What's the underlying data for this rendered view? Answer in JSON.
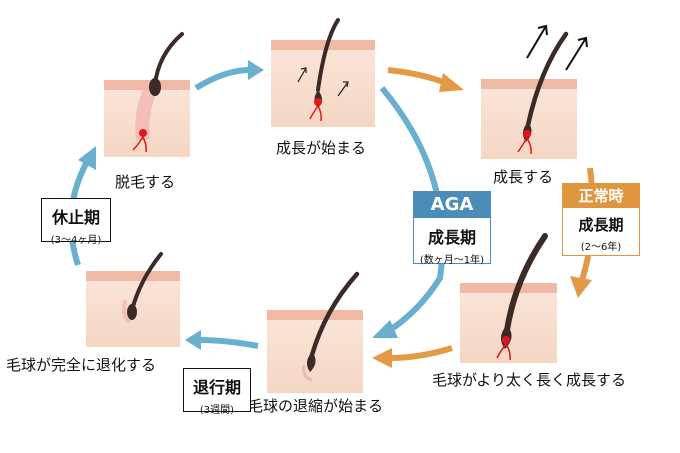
{
  "stages": {
    "begin_growth": "成長が始まる",
    "growing": "成長する",
    "hair_loss": "脱毛する",
    "bulb_regressed": "毛球が完全に退化する",
    "bulb_shrinking": "毛球の退縮が始まる",
    "growing_thicker": "毛球がより太く長く成長する"
  },
  "phases": {
    "resting": {
      "title": "休止期",
      "duration": "(3～4ヶ月)"
    },
    "regression": {
      "title": "退行期",
      "duration": "(3週間)"
    },
    "aga": {
      "tag": "AGA",
      "title": "成長期",
      "duration": "(数ヶ月～1年)"
    },
    "normal": {
      "tag": "正常時",
      "title": "成長期",
      "duration": "(2～6年)"
    }
  },
  "colors": {
    "blue_arrow": "#6aaed0",
    "orange_arrow": "#e39a47",
    "skin": "#f7dccb",
    "skin_top": "#efb9a6",
    "hair": "#3b2a26",
    "bulb": "#e0161b"
  }
}
